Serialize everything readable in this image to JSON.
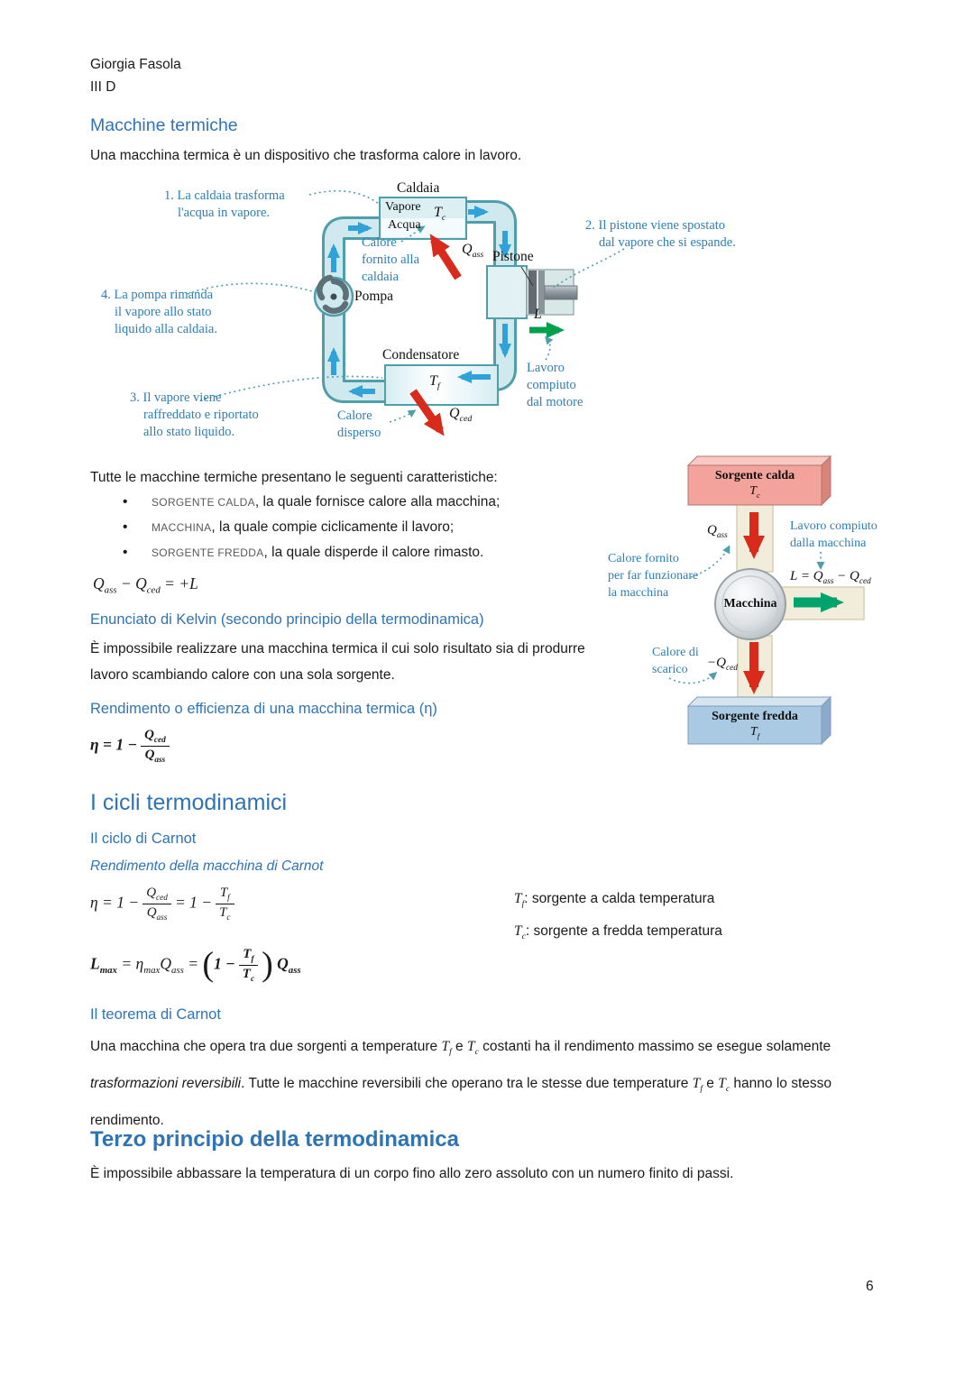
{
  "page": {
    "number": "6"
  },
  "header": {
    "name": "Giorgia Fasola",
    "class": "III D"
  },
  "bullet_char": "•",
  "sections": {
    "macchine": {
      "title": "Macchine termiche",
      "intro": "Una macchina termica è un dispositivo che trasforma calore in lavoro."
    },
    "caratteristiche": {
      "lead": "Tutte le macchine termiche presentano le seguenti caratteristiche:",
      "items": [
        {
          "caps": "SORGENTE CALDA",
          "rest": ", la quale fornisce calore alla macchina;"
        },
        {
          "caps": "MACCHINA",
          "rest": ", la quale compie ciclicamente il lavoro;"
        },
        {
          "caps": "SORGENTE FREDDA",
          "rest": ", la quale disperde il calore rimasto."
        }
      ]
    },
    "kelvin": {
      "title": "Enunciato di Kelvin (secondo principio della termodinamica)",
      "body": "È impossibile realizzare una macchina termica il cui solo risultato sia di produrre lavoro scambiando calore con una sola sorgente."
    },
    "rendimento": {
      "title": "Rendimento o efficienza di una macchina termica (η)"
    },
    "cicli": {
      "title": "I cicli termodinamici"
    },
    "carnot": {
      "section": "Il ciclo di Carnot",
      "sub": "Rendimento della macchina di Carnot"
    },
    "teorema": {
      "title": "Il teorema di Carnot",
      "p1": "Una macchina che opera tra due sorgenti a temperature ",
      "p2": " e ",
      "p3": " costanti ha il rendimento massimo se esegue solamente ",
      "italic": "trasformazioni reversibili",
      "p4": ". Tutte le macchine reversibili che operano tra le stesse due temperature ",
      "p5": " e ",
      "p6": " hanno lo stesso rendimento."
    },
    "terzo": {
      "title": "Terzo principio della termodinamica",
      "body": "È impossibile abbassare la temperatura di un corpo fino allo zero assoluto con un numero finito di passi."
    }
  },
  "math": {
    "inline": {
      "T": "T",
      "f": "f",
      "c": "c"
    },
    "balance": {
      "t1": "Q",
      "s1": "ass",
      "t2": " − Q",
      "s2": "ced",
      "t3": " = +L"
    },
    "eta": {
      "lhs": "η = 1 −",
      "num": "Q",
      "nums": "ced",
      "den": "Q",
      "dens": "ass"
    },
    "carnot": {
      "lhs": "η = 1 −",
      "num1": "Q",
      "num1s": "ced",
      "den1": "Q",
      "den1s": "ass",
      "mid": "= 1 −",
      "num2": "T",
      "num2s": "f",
      "den2": "T",
      "den2s": "c"
    },
    "lmax": {
      "t1": "L",
      "s1": "max",
      "t2": " = η",
      "s2": "max",
      "t3": "Q",
      "s3": "ass",
      "t4": " = ",
      "open": "(",
      "inner": "1 −",
      "num": "T",
      "nums": "f",
      "den": "T",
      "dens": "c",
      "close": ")",
      "t5": " Q",
      "s5": "ass"
    },
    "legend": [
      {
        "sym": "T",
        "sub": "f",
        "text": ": sorgente a calda temperatura"
      },
      {
        "sym": "T",
        "sub": "c",
        "text": ": sorgente a fredda temperatura"
      }
    ]
  },
  "figure_cycle": {
    "caldaia": "Caldaia",
    "vapore": "Vapore",
    "acqua": "Acqua",
    "pompa": "Pompa",
    "pistone": "Pistone",
    "condensatore": "Condensatore",
    "tc": "T",
    "tc_sub": "c",
    "tf": "T",
    "tf_sub": "f",
    "qass": "Q",
    "qass_sub": "ass",
    "qced": "Q",
    "qced_sub": "ced",
    "l": "L",
    "ann1": [
      "1. La caldaia trasforma",
      "l'acqua in vapore."
    ],
    "ann2": [
      "2. Il pistone viene spostato",
      "dal vapore che si espande."
    ],
    "ann3": [
      "3. Il vapore viene",
      "raffreddato e riportato",
      "allo stato liquido."
    ],
    "ann4": [
      "4. La pompa rimanda",
      "il vapore allo stato",
      "liquido alla caldaia."
    ],
    "calore_fornito": [
      "Calore",
      "fornito alla",
      "caldaia"
    ],
    "calore_disperso": [
      "Calore",
      "disperso"
    ],
    "lavoro_motore": [
      "Lavoro",
      "compiuto",
      "dal motore"
    ]
  },
  "figure_engine": {
    "sorgente_calda": "Sorgente calda",
    "tc": "T",
    "tc_sub": "c",
    "sorgente_fredda": "Sorgente fredda",
    "tf": "T",
    "tf_sub": "f",
    "macchina": "Macchina",
    "qass": "Q",
    "qass_sub": "ass",
    "qced_pre": "−Q",
    "qced_sub": "ced",
    "lavoro": [
      "Lavoro compiuto",
      "dalla macchina"
    ],
    "calore_fornito": [
      "Calore fornito",
      "per far funzionare",
      "la macchina"
    ],
    "calore_scarico": [
      "Calore di",
      "scarico"
    ],
    "formula": {
      "t1": "L = Q",
      "s1": "ass",
      "t2": " − Q",
      "s2": "ced"
    }
  }
}
